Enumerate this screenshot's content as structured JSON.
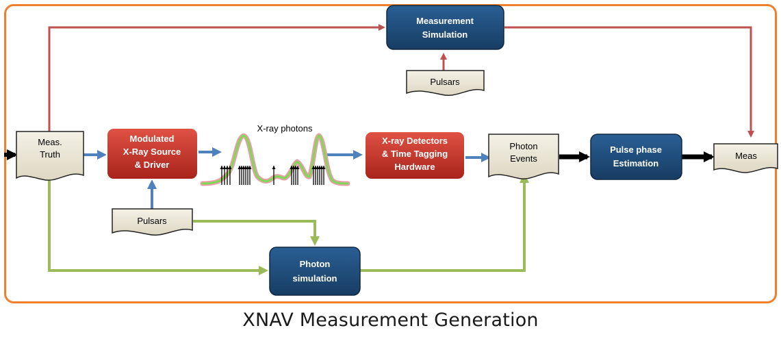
{
  "caption": "XNAV Measurement Generation",
  "nodes": {
    "meas_truth": [
      "Meas.",
      "Truth"
    ],
    "modulated_source": [
      "Modulated",
      "X-Ray Source",
      "& Driver"
    ],
    "xray_detectors": [
      "X-ray Detectors",
      "& Time Tagging",
      "Hardware"
    ],
    "photon_events": [
      "Photon",
      "Events"
    ],
    "pulse_phase": [
      "Pulse phase",
      "Estimation"
    ],
    "meas": [
      "Meas"
    ],
    "measurement_sim": [
      "Measurement",
      "Simulation"
    ],
    "pulsars_top": [
      "Pulsars"
    ],
    "pulsars_bottom": [
      "Pulsars"
    ],
    "photon_sim": [
      "Photon",
      "simulation"
    ]
  },
  "photon_label": "X-ray photons",
  "colors": {
    "frame": "#ef7f2d",
    "blue_box": "#1f4e79",
    "red_box": "#c0392b",
    "doc_fill": "#eeeadb",
    "arrow_red": "#c0504d",
    "arrow_blue": "#4f81bd",
    "arrow_green": "#9bbb59",
    "arrow_black": "#000000",
    "curve_green": "#7ed957",
    "curve_pink": "#e8a0a8"
  }
}
